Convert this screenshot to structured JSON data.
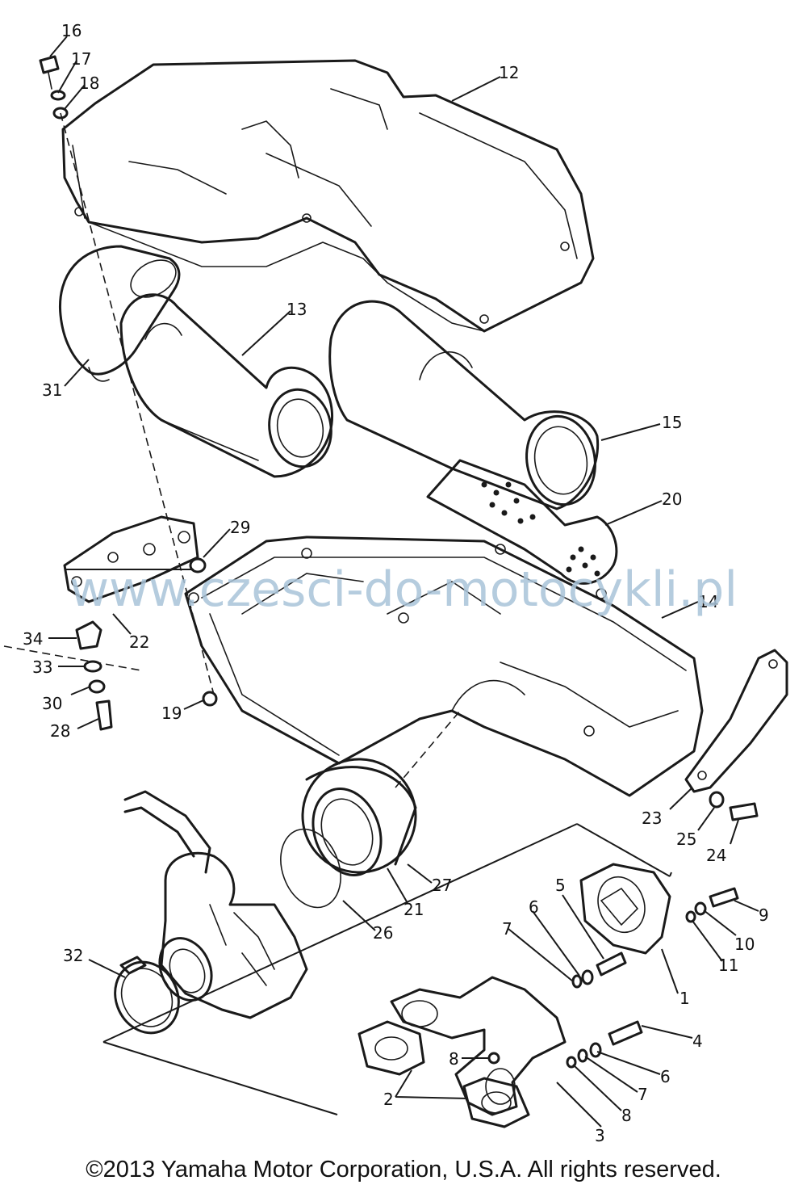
{
  "diagram": {
    "labels": [
      {
        "id": "16",
        "text": "16"
      },
      {
        "id": "17",
        "text": "17"
      },
      {
        "id": "18",
        "text": "18"
      },
      {
        "id": "12",
        "text": "12"
      },
      {
        "id": "13",
        "text": "13"
      },
      {
        "id": "31",
        "text": "31"
      },
      {
        "id": "15",
        "text": "15"
      },
      {
        "id": "20",
        "text": "20"
      },
      {
        "id": "29",
        "text": "29"
      },
      {
        "id": "14",
        "text": "14"
      },
      {
        "id": "22",
        "text": "22"
      },
      {
        "id": "34",
        "text": "34"
      },
      {
        "id": "33",
        "text": "33"
      },
      {
        "id": "30",
        "text": "30"
      },
      {
        "id": "28",
        "text": "28"
      },
      {
        "id": "19",
        "text": "19"
      },
      {
        "id": "23",
        "text": "23"
      },
      {
        "id": "25",
        "text": "25"
      },
      {
        "id": "24",
        "text": "24"
      },
      {
        "id": "27",
        "text": "27"
      },
      {
        "id": "21",
        "text": "21"
      },
      {
        "id": "26",
        "text": "26"
      },
      {
        "id": "5",
        "text": "5"
      },
      {
        "id": "9",
        "text": "9"
      },
      {
        "id": "10",
        "text": "10"
      },
      {
        "id": "11",
        "text": "11"
      },
      {
        "id": "6a",
        "text": "6"
      },
      {
        "id": "7a",
        "text": "7"
      },
      {
        "id": "1",
        "text": "1"
      },
      {
        "id": "32",
        "text": "32"
      },
      {
        "id": "4",
        "text": "4"
      },
      {
        "id": "6b",
        "text": "6"
      },
      {
        "id": "7b",
        "text": "7"
      },
      {
        "id": "8a",
        "text": "8"
      },
      {
        "id": "8b",
        "text": "8"
      },
      {
        "id": "2",
        "text": "2"
      },
      {
        "id": "3",
        "text": "3"
      }
    ]
  },
  "watermark": "www.czesci-do-motocykli.pl",
  "copyright": "©2013 Yamaha Motor Corporation, U.S.A. All rights reserved."
}
